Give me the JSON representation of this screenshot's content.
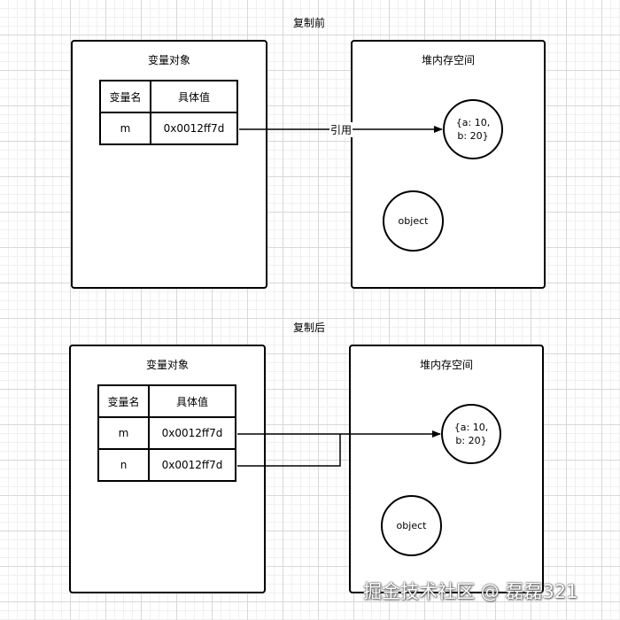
{
  "before": {
    "title": "复制前",
    "var_panel": {
      "title": "变量对象",
      "headers": [
        "变量名",
        "具体值"
      ],
      "rows": [
        {
          "name": "m",
          "value": "0x0012ff7d"
        }
      ]
    },
    "heap_panel": {
      "title": "堆内存空间",
      "nodes": [
        {
          "line1": "{a: 10,",
          "line2": "b: 20}"
        },
        {
          "line1": "object"
        }
      ]
    },
    "edge_label": "引用"
  },
  "after": {
    "title": "复制后",
    "var_panel": {
      "title": "变量对象",
      "headers": [
        "变量名",
        "具体值"
      ],
      "rows": [
        {
          "name": "m",
          "value": "0x0012ff7d"
        },
        {
          "name": "n",
          "value": "0x0012ff7d"
        }
      ]
    },
    "heap_panel": {
      "title": "堆内存空间",
      "nodes": [
        {
          "line1": "{a: 10,",
          "line2": "b: 20}"
        },
        {
          "line1": "object"
        }
      ]
    }
  },
  "watermark": "掘金技术社区 @ 磊磊321"
}
